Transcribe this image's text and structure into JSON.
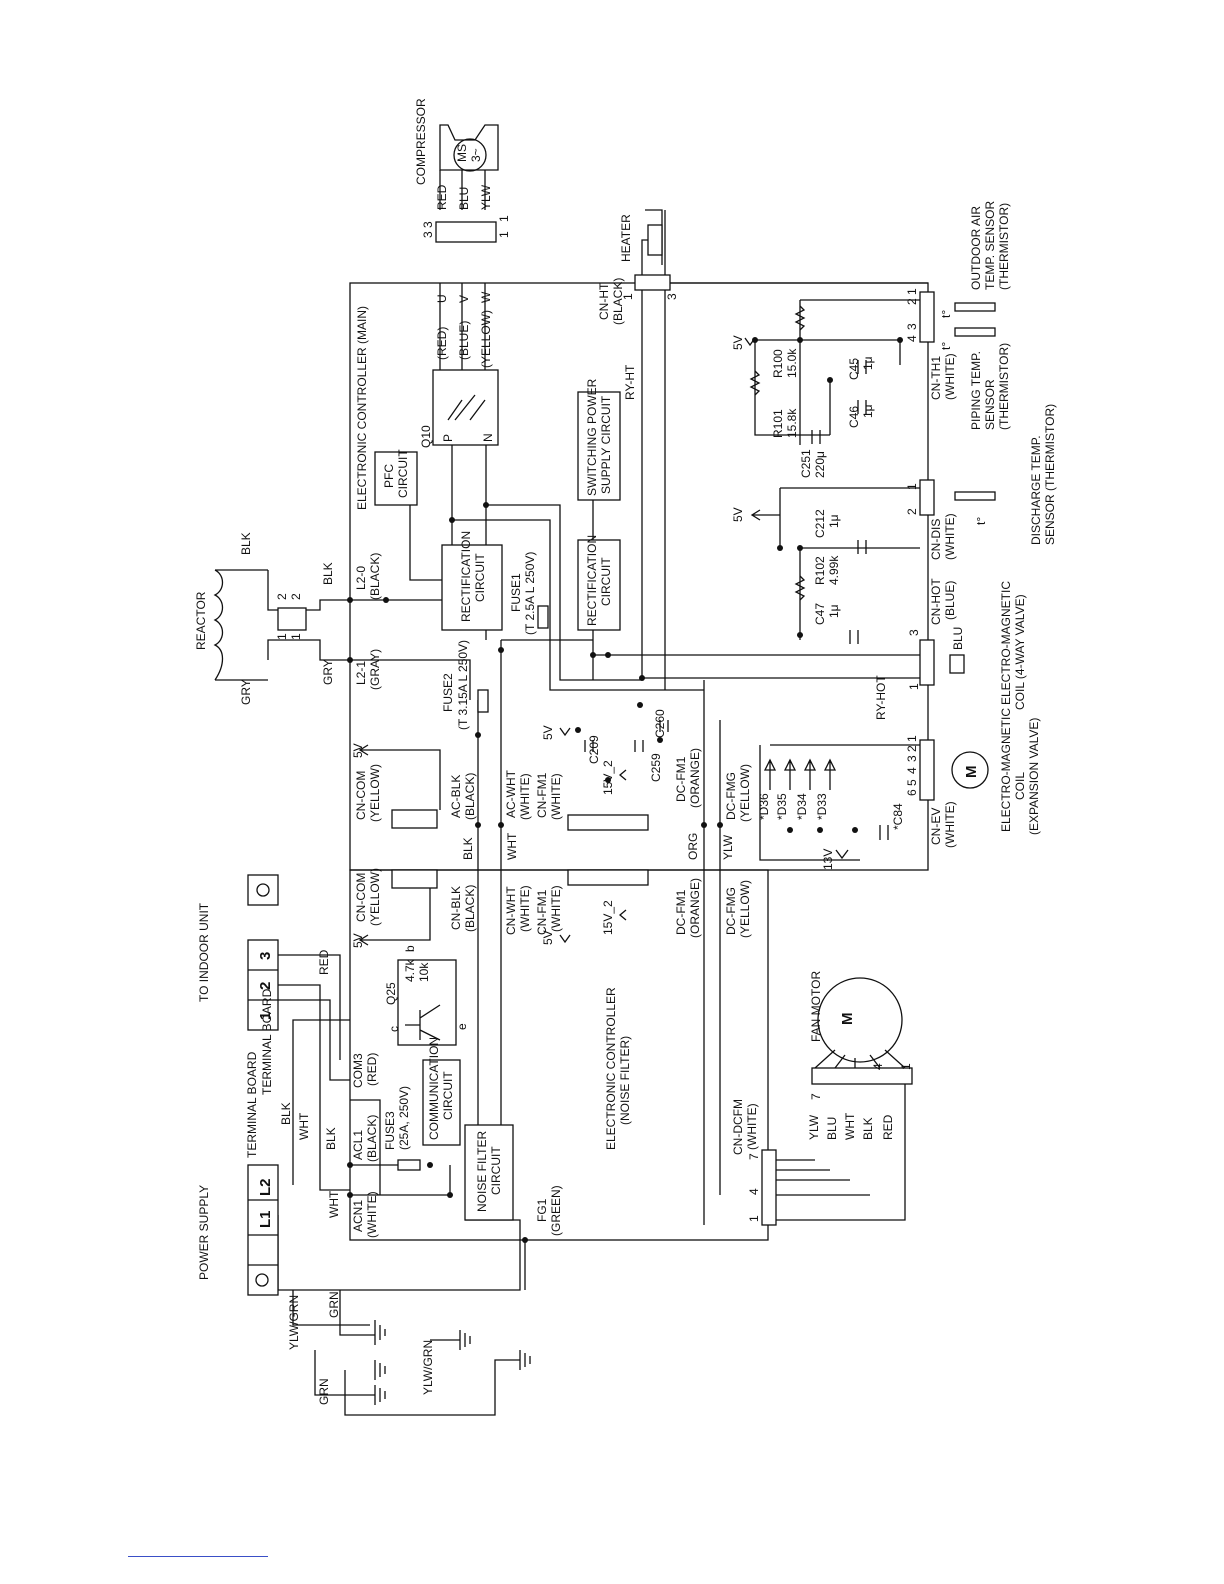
{
  "labels": {
    "power_supply": "POWER SUPPLY",
    "terminal_board_1": "TERMINAL BOARD",
    "terminal_board_2": "TERMINAL BOARD",
    "to_indoor": "TO INDOOR UNIT",
    "l1": "L1",
    "l2": "L2",
    "t1": "1",
    "t2": "2",
    "t3": "3",
    "reactor": "REACTOR",
    "compressor": "COMPRESSOR",
    "heater": "HEATER",
    "fan_motor": "FAN MOTOR",
    "ec_main": "ELECTRONIC CONTROLLER (MAIN)",
    "ec_noise": "ELECTRONIC CONTROLLER",
    "ec_noise_2": "(NOISE FILTER)",
    "noise_filter": "NOISE FILTER",
    "noise_filter_2": "CIRCUIT",
    "communication": "COMMUNICATION",
    "communication_2": "CIRCUIT",
    "pfc": "PFC",
    "pfc_2": "CIRCUIT",
    "rect1": "RECTIFICATION",
    "rect1_2": "CIRCUIT",
    "rect2": "RECTIFICATION",
    "rect2_2": "CIRCUIT",
    "smps": "SWITCHING POWER",
    "smps_2": "SUPPLY CIRCUIT",
    "q10": "Q10",
    "q25": "Q25",
    "fuse1": "FUSE1",
    "fuse1_rating": "(T 2.5A L 250V)",
    "fuse2": "FUSE2",
    "fuse2_rating": "(T 3.15A L 250V)",
    "fuse3": "FUSE3",
    "fuse3_rating": "(25A, 250V)",
    "acn1": "ACN1",
    "acn1_c": "(WHITE)",
    "acl1": "ACL1",
    "acl1_c": "(BLACK)",
    "com3": "COM3",
    "com3_c": "(RED)",
    "fg1": "FG1",
    "fg1_c": "(GREEN)",
    "cn_com_a": "CN-COM",
    "cn_com_a_c": "(YELLOW)",
    "cn_com_b": "CN-COM",
    "cn_com_b_c": "(YELLOW)",
    "cn_blk": "CN-BLK",
    "cn_blk_c": "(BLACK)",
    "ac_blk": "AC-BLK",
    "ac_blk_c": "(BLACK)",
    "cn_wht": "CN-WHT",
    "cn_wht_c": "(WHITE)",
    "ac_wht": "AC-WHT",
    "ac_wht_c": "(WHITE)",
    "cn_fm1_a": "CN-FM1",
    "cn_fm1_a_c": "(WHITE)",
    "cn_fm1_b": "CN-FM1",
    "cn_fm1_b_c": "(WHITE)",
    "dc_fm1_a": "DC-FM1",
    "dc_fm1_a_c": "(ORANGE)",
    "dc_fm1_b": "DC-FM1",
    "dc_fm1_b_c": "(ORANGE)",
    "dc_fmg_a": "DC-FMG",
    "dc_fmg_a_c": "(YELLOW)",
    "dc_fmg_b": "DC-FMG",
    "dc_fmg_b_c": "(YELLOW)",
    "cn_dcfm": "CN-DCFM",
    "cn_dcfm_c": "(WHITE)",
    "l2_0": "L2-0",
    "l2_0_c": "(BLACK)",
    "l2_1": "L2-1",
    "l2_1_c": "(GRAY)",
    "cn_ht": "CN-HT",
    "cn_ht_c": "(BLACK)",
    "ry_ht": "RY-HT",
    "ry_hot": "RY-HOT",
    "cn_hot": "CN-HOT",
    "cn_hot_c": "(BLUE)",
    "cn_dis": "CN-DIS",
    "cn_dis_c": "(WHITE)",
    "cn_th1": "CN-TH1",
    "cn_th1_c": "(WHITE)",
    "cn_ev": "CN-EV",
    "cn_ev_c": "(WHITE)",
    "outdoor_sensor_1": "OUTDOOR AIR",
    "outdoor_sensor_2": "TEMP. SENSOR",
    "outdoor_sensor_3": "(THERMISTOR)",
    "piping_sensor_1": "PIPING TEMP.",
    "piping_sensor_2": "SENSOR",
    "piping_sensor_3": "(THERMISTOR)",
    "discharge_sensor_1": "DISCHARGE TEMP.",
    "discharge_sensor_2": "SENSOR (THERMISTOR)",
    "em_coil_4way_1": "ELECTRO-MAGNETIC",
    "em_coil_4way_2": "COIL (4-WAY VALVE)",
    "em_coil_ev_1": "ELECTRO-MAGNETIC",
    "em_coil_ev_2": "COIL",
    "em_coil_ev_3": "(EXPANSION VALVE)",
    "r100": "R100",
    "r100_v": "15.0k",
    "r101": "R101",
    "r101_v": "15.8k",
    "r102": "R102",
    "r102_v": "4.99k",
    "r47k": "4.7k",
    "r10k": "10k",
    "c45": "C45",
    "c45_v": "1μ",
    "c46": "C46",
    "c46_v": "1μ",
    "c47": "C47",
    "c47_v": "1μ",
    "c212": "C212",
    "c212_v": "1μ",
    "c251": "C251",
    "c251_v": "220μ",
    "c209": "C209",
    "c259": "C259",
    "c260": "C260",
    "c84": "*C84",
    "d33": "*D33",
    "d34": "*D34",
    "d35": "*D35",
    "d36": "*D36",
    "v5_1": "5V",
    "v5_2": "5V",
    "v5_3": "5V",
    "v5_4": "5V",
    "v5_5": "5V",
    "v5_6": "5V",
    "v15_2a": "15V_2",
    "v15_2b": "15V_2",
    "v13": "13V",
    "red": "RED",
    "blu": "BLU",
    "ylw": "YLW",
    "wht": "WHT",
    "blk": "BLK",
    "gry": "GRY",
    "grn": "GRN",
    "org": "ORG",
    "ylw_grn": "YLW/GRN",
    "u": "U",
    "v": "V",
    "w": "W",
    "u_red": "(RED)",
    "v_blue": "(BLUE)",
    "w_yellow": "(YELLOW)",
    "p": "P",
    "n": "N",
    "ms": "MS",
    "three_phase": "3~",
    "m": "M",
    "t_sym": "t°",
    "b": "b",
    "c": "c",
    "e": "e",
    "n1": "1",
    "n2": "2",
    "n3": "3",
    "n4": "4",
    "n5": "5",
    "n6": "6",
    "n7": "7"
  }
}
